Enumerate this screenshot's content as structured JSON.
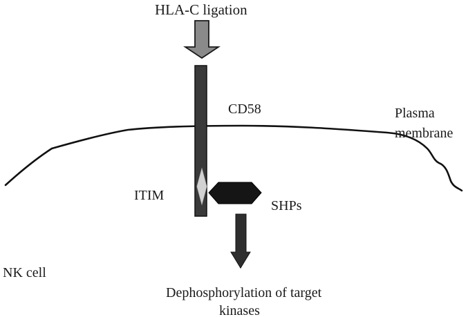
{
  "labels": {
    "ligand": "HLA-C ligation",
    "receptor": "CD58",
    "membrane_line1": "Plasma",
    "membrane_line2": "membrane",
    "motif": "ITIM",
    "phosphatase": "SHPs",
    "cell": "NK cell",
    "outcome_line1": "Dephosphorylation of target",
    "outcome_line2": "kinases"
  },
  "colors": {
    "background": "#ffffff",
    "ink": "#1a1a1a",
    "receptor_bar": "#3a3a3a",
    "top_arrow_fill": "#8a8a8a",
    "itim_diamond": "#d2d2d2",
    "shp_hexagon": "#151515",
    "bottom_arrow": "#2e2e2e",
    "membrane_line": "#111111"
  }
}
